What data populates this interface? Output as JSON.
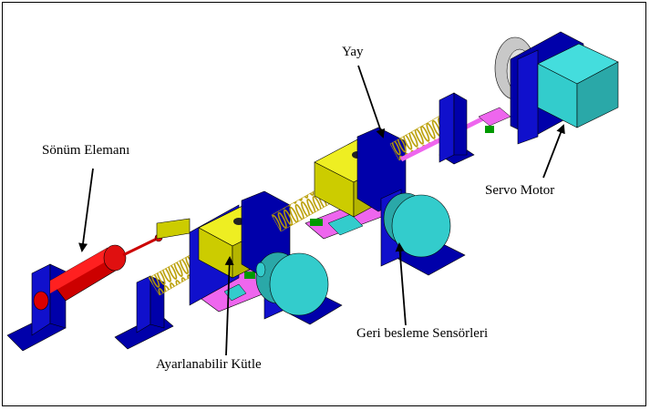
{
  "labels": {
    "damper": "Sönüm Elemanı",
    "spring": "Yay",
    "motor": "Servo Motor",
    "sensors": "Geri besleme Sensörleri",
    "mass": "Ayarlanabilir Kütle"
  },
  "colors": {
    "frame": "#0000aa",
    "damper": "#cc0000",
    "mass": "#cccc00",
    "sensor": "#33cccc",
    "motor": "#33cccc",
    "spring": "#ffd84a",
    "rail": "#ee66ee",
    "base": "#009900",
    "wheel": "#c8c8c8"
  }
}
